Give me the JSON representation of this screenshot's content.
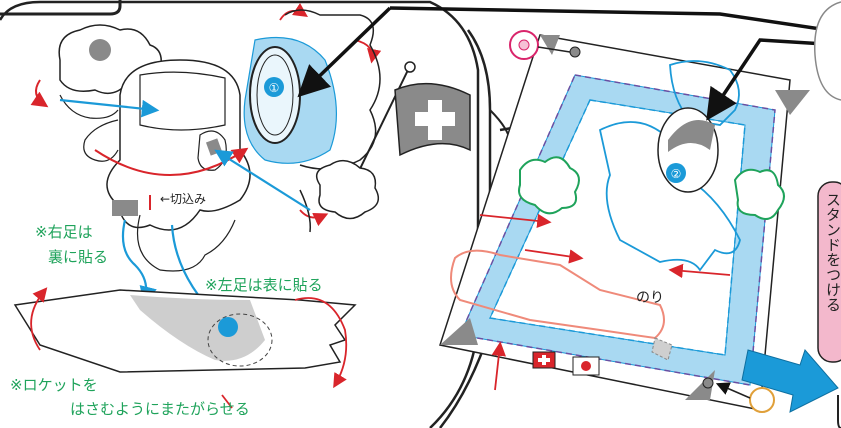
{
  "left_panel": {
    "cut_label": "←切込み",
    "right_foot_line1": "※右足は",
    "right_foot_line2": "裏に貼る",
    "left_foot_note": "※左足は表に貼る",
    "rocket_line1": "※ロケットを",
    "rocket_line2": "はさむようにまたがらせる",
    "lens_number": "①"
  },
  "right_panel": {
    "glue_label": "のり",
    "part_number": "②",
    "stand_note": "スタンドをつける"
  },
  "colors": {
    "accent_blue": "#1b9ad8",
    "arrow_red": "#d9252b",
    "green_text": "#1fa35b",
    "glue_purple": "#6a4fa2",
    "stand_pink": "#f3b8cc",
    "orange_outline": "#ef8a7a"
  }
}
